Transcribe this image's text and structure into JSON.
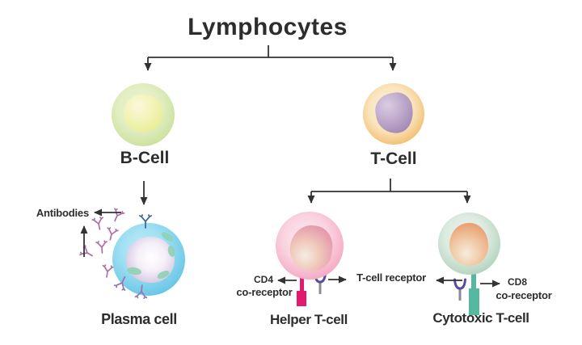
{
  "title": "Lymphocytes",
  "nodes": {
    "b_cell": "B-Cell",
    "t_cell": "T-Cell",
    "plasma_cell": "Plasma cell",
    "helper_t_cell": "Helper T-cell",
    "cytotoxic_t_cell": "Cytotoxic T-cell"
  },
  "annotations": {
    "antibodies": "Antibodies",
    "t_cell_receptor": "T-cell receptor",
    "cd4": "CD4",
    "cd4_coreceptor": "co-receptor",
    "cd8": "CD8",
    "cd8_coreceptor": "co-receptor"
  },
  "colors": {
    "line": "#333333",
    "text": "#2d2d2d",
    "b_cell_body": "#dcecb9",
    "b_cell_nucleus": "#eef0a0",
    "t_cell_body": "#fae6c2",
    "t_cell_rim": "#f3ba67",
    "t_cell_nucleus": "#b197bf",
    "plasma_body": "#6cc8e6",
    "plasma_nucleus": "#d7cae4",
    "plasma_organelle": "#8ed1b2",
    "helper_body": "#f4a9c3",
    "helper_nucleus": "#e79fae",
    "cytotoxic_body": "#b2d2bd",
    "cytotoxic_nucleus": "#ea9f6f",
    "antibody": "#b06fa0",
    "membrane_antibody_top": "#44699f",
    "t_cell_receptor_icon": "#5c4a9c",
    "cd4_bar": "#e2196f",
    "cd8_bar": "#56b99f"
  }
}
